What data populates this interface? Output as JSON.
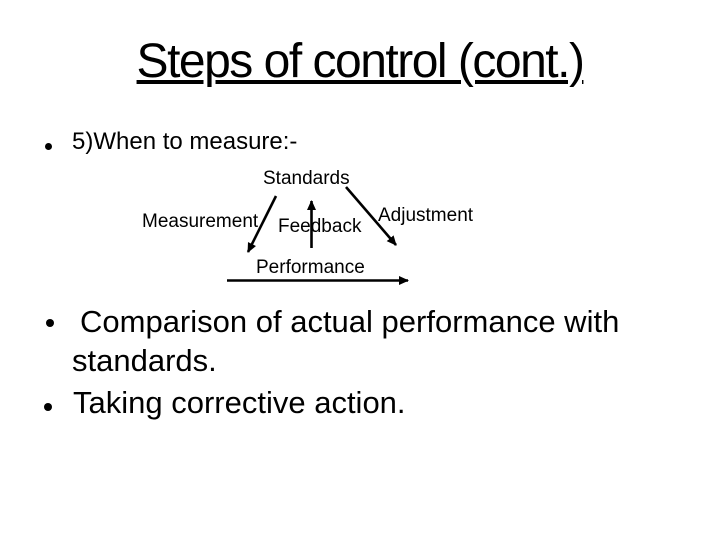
{
  "page": {
    "background_color": "#ffffff",
    "text_color": "#000000"
  },
  "slide": {
    "title": "Steps of control (cont.)",
    "intro_bullet": "5)When to measure:-",
    "diagram": {
      "standards": "Standards",
      "measurement": "Measurement",
      "feedback": "Feedback",
      "adjustment": "Adjustment",
      "performance": "Performance"
    },
    "bullets": {
      "comparison_line1": "Comparison of actual performance with",
      "comparison_line2": "standards.",
      "taking": "Taking corrective action."
    }
  }
}
